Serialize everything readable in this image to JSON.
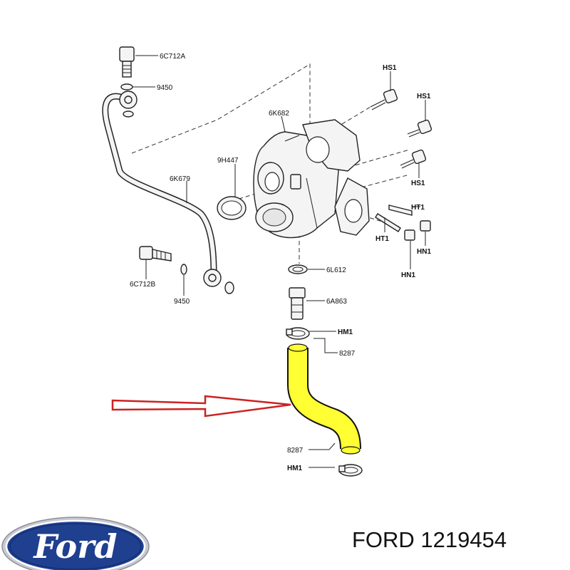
{
  "labels": {
    "bolt_top": "6C712A",
    "washer_top": "9450",
    "oil_pipe": "6K679",
    "clamp_inlet": "9H447",
    "turbo": "6K682",
    "bolt_hs1_a": "HS1",
    "bolt_hs1_b": "HS1",
    "bolt_hs1_c": "HS1",
    "stud_ht1_a": "HT1",
    "stud_ht1_b": "HT1",
    "nut_hn1_a": "HN1",
    "nut_hn1_b": "HN1",
    "bolt_bottom": "6C712B",
    "washer_bottom": "9450",
    "gasket": "6L612",
    "adapter": "6A863",
    "clip_top": "HM1",
    "hose_top": "8287",
    "hose_bottom": "8287",
    "clip_bottom": "HM1"
  },
  "brand": {
    "logo_text": "Ford",
    "caption": "FORD 1219454"
  },
  "colors": {
    "hose_fill": "#ffff33",
    "arrow_stroke": "#cc2222",
    "logo_blue": "#1f3f8f"
  }
}
